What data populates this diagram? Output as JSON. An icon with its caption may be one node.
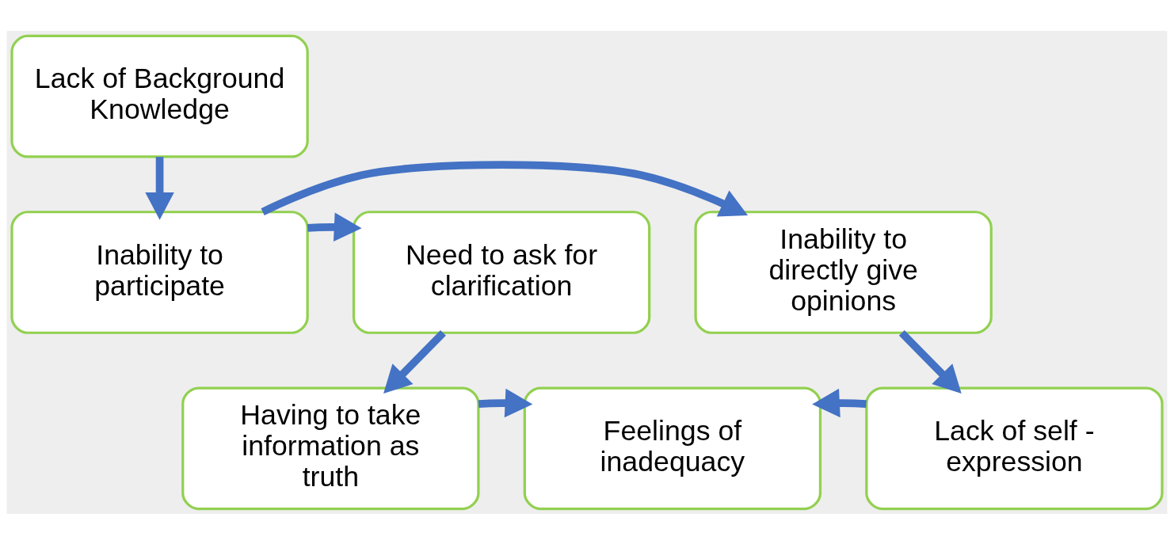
{
  "diagram": {
    "nodes": [
      {
        "text": [
          "Lack of Background Knowledge"
        ]
      },
      {
        "text": [
          "Need to ask for clarification"
        ]
      },
      {
        "text": [
          "Inability to participate"
        ]
      },
      {
        "text": [
          "Inability to directly give opinions"
        ]
      },
      {
        "text": [
          "Having to take information as truth"
        ]
      },
      {
        "text": [
          "Feelings of inadequacy"
        ]
      },
      {
        "text": [
          "Lack of self - expression"
        ]
      }
    ],
    "edges": [
      {
        "from": 0,
        "to": 2,
        "arrow": "to"
      },
      {
        "from": 2,
        "to": 1,
        "arrow": "to"
      },
      {
        "from": 2,
        "to": 3,
        "arrow": "to"
      },
      {
        "from": 1,
        "to": 4,
        "arrow": "to"
      },
      {
        "from": 3,
        "to": 6,
        "arrow": "to"
      },
      {
        "from": 4,
        "to": 5,
        "arrow": "to"
      },
      {
        "from": 6,
        "to": 5,
        "arrow": "to"
      }
    ]
  }
}
